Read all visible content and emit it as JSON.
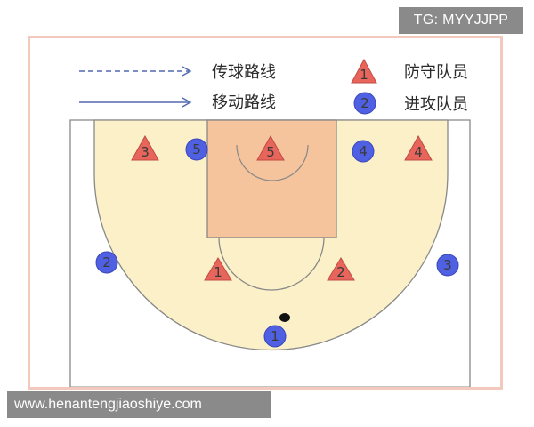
{
  "watermark_top": "TG: MYYJJPP",
  "watermark_bottom": "www.henantengjiaoshiye.com",
  "legend": {
    "pass_route": "传球路线",
    "move_route": "移动路线",
    "defender": "防守队员",
    "attacker": "进攻队员",
    "defender_sample": "1",
    "attacker_sample": "2"
  },
  "players": {
    "defenders": [
      "3",
      "5",
      "4",
      "1",
      "2"
    ],
    "attackers": [
      "5",
      "4",
      "2",
      "3",
      "1"
    ]
  },
  "colors": {
    "defender": "#e8655c",
    "attacker": "#5060e2",
    "key": "#f5c39c",
    "three_point_area": "#fbf0c8",
    "frame": "#f4c9bd"
  }
}
